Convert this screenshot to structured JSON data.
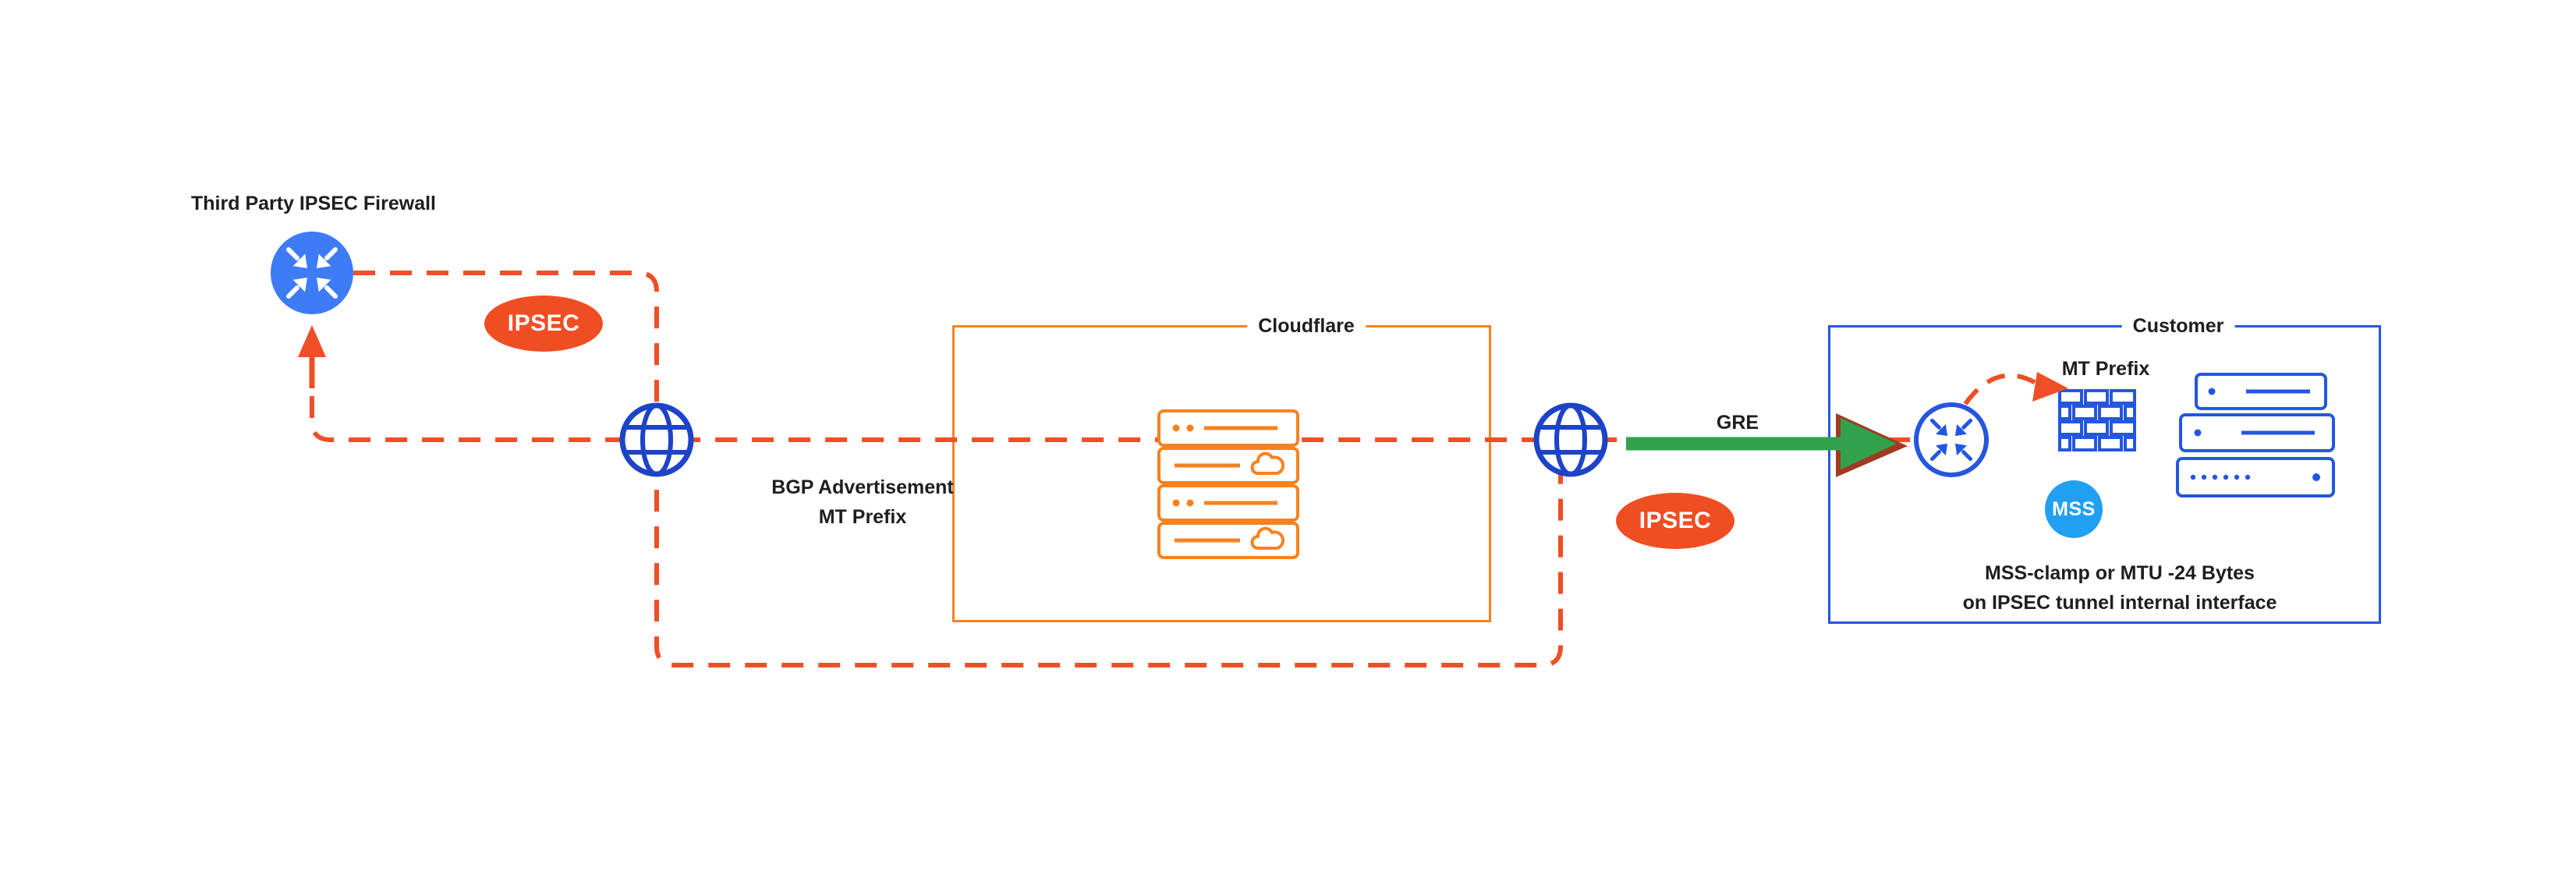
{
  "labels": {
    "third_party_firewall": "Third Party IPSEC Firewall",
    "bgp_line1": "BGP Advertisement",
    "bgp_line2": "MT Prefix",
    "cloudflare": "Cloudflare",
    "customer": "Customer",
    "gre": "GRE",
    "mt_prefix": "MT Prefix",
    "mss_note_line1": "MSS-clamp or MTU -24 Bytes",
    "mss_note_line2": "on IPSEC tunnel internal interface"
  },
  "badges": {
    "ipsec_left": "IPSEC",
    "ipsec_right": "IPSEC",
    "mss": "MSS"
  },
  "colors": {
    "background": "#FFFFFF",
    "dash_red": "#EE4F26",
    "badge_orange": "#EF4E23",
    "cloudflare_orange": "#F6821F",
    "customer_blue": "#2456E0",
    "globe_blue": "#1D43C8",
    "router_fill_blue": "#3D7BF7",
    "mss_blue": "#21A0F1",
    "gre_green": "#31A24C",
    "text": "#1C1E21"
  },
  "icons": {
    "third_party_router": "router-crossed-arrows-icon",
    "internet_left": "globe-icon",
    "internet_right": "globe-icon",
    "cloudflare_servers": "server-stack-icon",
    "customer_router": "router-crossed-arrows-icon",
    "customer_firewall": "brick-wall-icon",
    "customer_servers": "server-stack-icon",
    "gre_arrow": "green-arrow-right-icon",
    "ipsec_up_arrow": "arrow-up-icon",
    "mt_prefix_arrow": "arrow-right-icon"
  }
}
